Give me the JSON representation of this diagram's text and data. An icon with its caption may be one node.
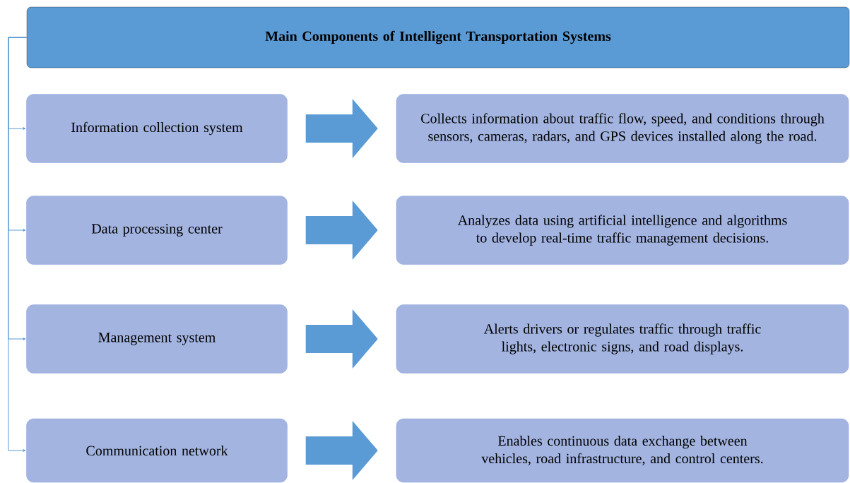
{
  "diagram": {
    "nodes": [
      {
        "text": [
          "Main Components of Intelligent Transportation Systems"
        ]
      },
      {
        "text": [
          "Information collection system"
        ]
      },
      {
        "text": [
          "Data processing center"
        ]
      },
      {
        "text": [
          "Management system"
        ]
      },
      {
        "text": [
          "Communication network"
        ]
      },
      {
        "text": [
          "Collects information about traffic flow, speed, and conditions through sensors, cameras, radars, and GPS devices installed along the road."
        ]
      },
      {
        "text": [
          "Analyzes data using artificial intelligence and algorithms to develop real-time traffic management decisions."
        ]
      },
      {
        "text": [
          "Alerts drivers or regulates traffic through traffic lights, electronic signs, and road displays."
        ]
      },
      {
        "text": [
          "Enables continuous data exchange between vehicles, road infrastructure, and control centers."
        ]
      }
    ],
    "edges": [
      {
        "from": 0,
        "to": 1,
        "arrow": "to"
      },
      {
        "from": 0,
        "to": 2,
        "arrow": "to"
      },
      {
        "from": 0,
        "to": 3,
        "arrow": "to"
      },
      {
        "from": 0,
        "to": 4,
        "arrow": "to"
      },
      {
        "from": 1,
        "to": 5,
        "arrow": "to",
        "style": "thick"
      },
      {
        "from": 2,
        "to": 6,
        "arrow": "to",
        "style": "thick"
      },
      {
        "from": 3,
        "to": 7,
        "arrow": "to",
        "style": "thick"
      },
      {
        "from": 4,
        "to": 8,
        "arrow": "to",
        "style": "thick"
      }
    ]
  }
}
